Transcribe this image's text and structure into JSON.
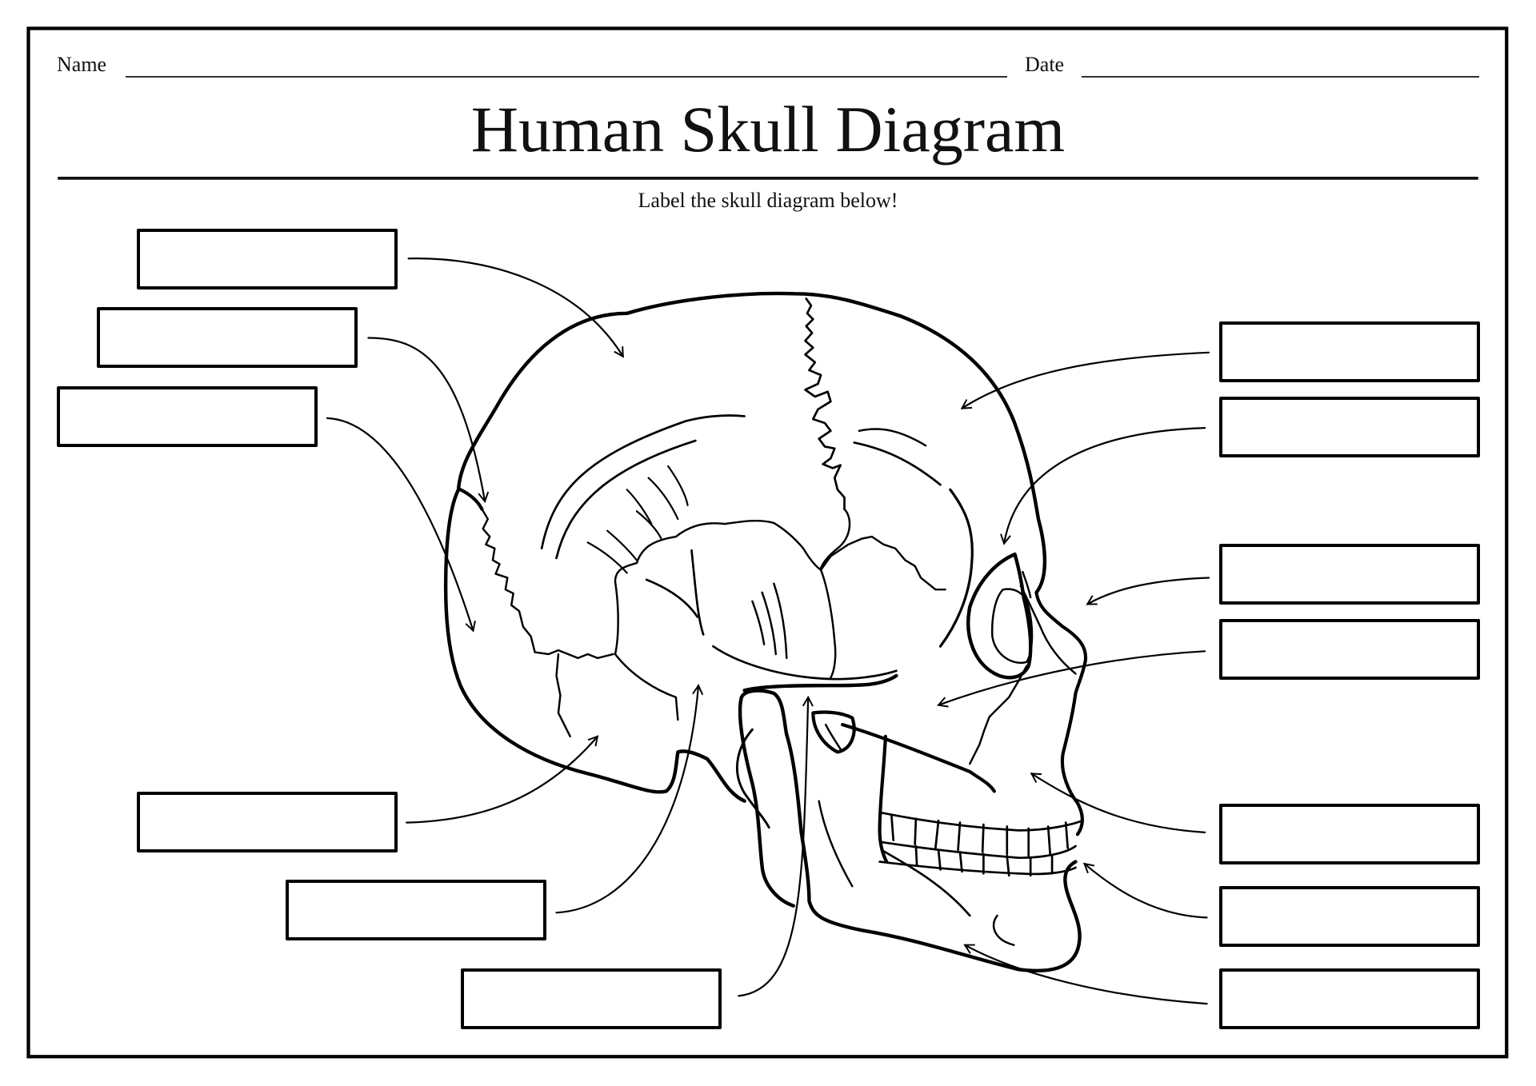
{
  "worksheet": {
    "name_label": "Name",
    "date_label": "Date",
    "title": "Human Skull Diagram",
    "instruction": "Label the skull diagram below!",
    "label_boxes": {
      "left": [
        {
          "id": "L1",
          "value": "",
          "points_to": "parietal bone region (top of cranium)"
        },
        {
          "id": "L2",
          "value": "",
          "points_to": "suture at back of skull"
        },
        {
          "id": "L3",
          "value": "",
          "points_to": "occipital region"
        },
        {
          "id": "L4",
          "value": "",
          "points_to": "mastoid region"
        },
        {
          "id": "L5",
          "value": "",
          "points_to": "temporal/styloid region"
        },
        {
          "id": "L6",
          "value": "",
          "points_to": "zygomatic arch / condyle"
        }
      ],
      "right": [
        {
          "id": "R1",
          "value": "",
          "points_to": "frontal bone"
        },
        {
          "id": "R2",
          "value": "",
          "points_to": "orbit"
        },
        {
          "id": "R3",
          "value": "",
          "points_to": "nasal bone"
        },
        {
          "id": "R4",
          "value": "",
          "points_to": "zygomatic bone"
        },
        {
          "id": "R5",
          "value": "",
          "points_to": "maxilla"
        },
        {
          "id": "R6",
          "value": "",
          "points_to": "teeth"
        },
        {
          "id": "R7",
          "value": "",
          "points_to": "mandible"
        }
      ]
    }
  },
  "colors": {
    "ink": "#000000",
    "paper": "#ffffff",
    "rule": "#333333"
  }
}
